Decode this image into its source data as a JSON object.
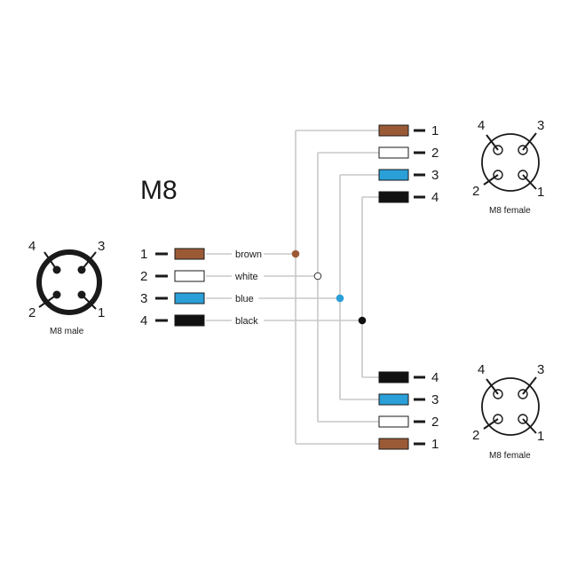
{
  "title": "M8",
  "wires": [
    {
      "pin": "1",
      "label": "brown",
      "color": "#9b5a36"
    },
    {
      "pin": "2",
      "label": "white",
      "color": "#ffffff"
    },
    {
      "pin": "3",
      "label": "blue",
      "color": "#2a9fd8"
    },
    {
      "pin": "4",
      "label": "black",
      "color": "#111111"
    }
  ],
  "connectors": {
    "male": {
      "caption": "M8 male",
      "pins": [
        "1",
        "2",
        "3",
        "4"
      ]
    },
    "female_top": {
      "caption": "M8 female",
      "pins": [
        "1",
        "2",
        "3",
        "4"
      ]
    },
    "female_bottom": {
      "caption": "M8 female",
      "pins": [
        "1",
        "2",
        "3",
        "4"
      ]
    }
  },
  "colors": {
    "wire_line": "#c8c8c8",
    "outline": "#1a1a1a"
  }
}
